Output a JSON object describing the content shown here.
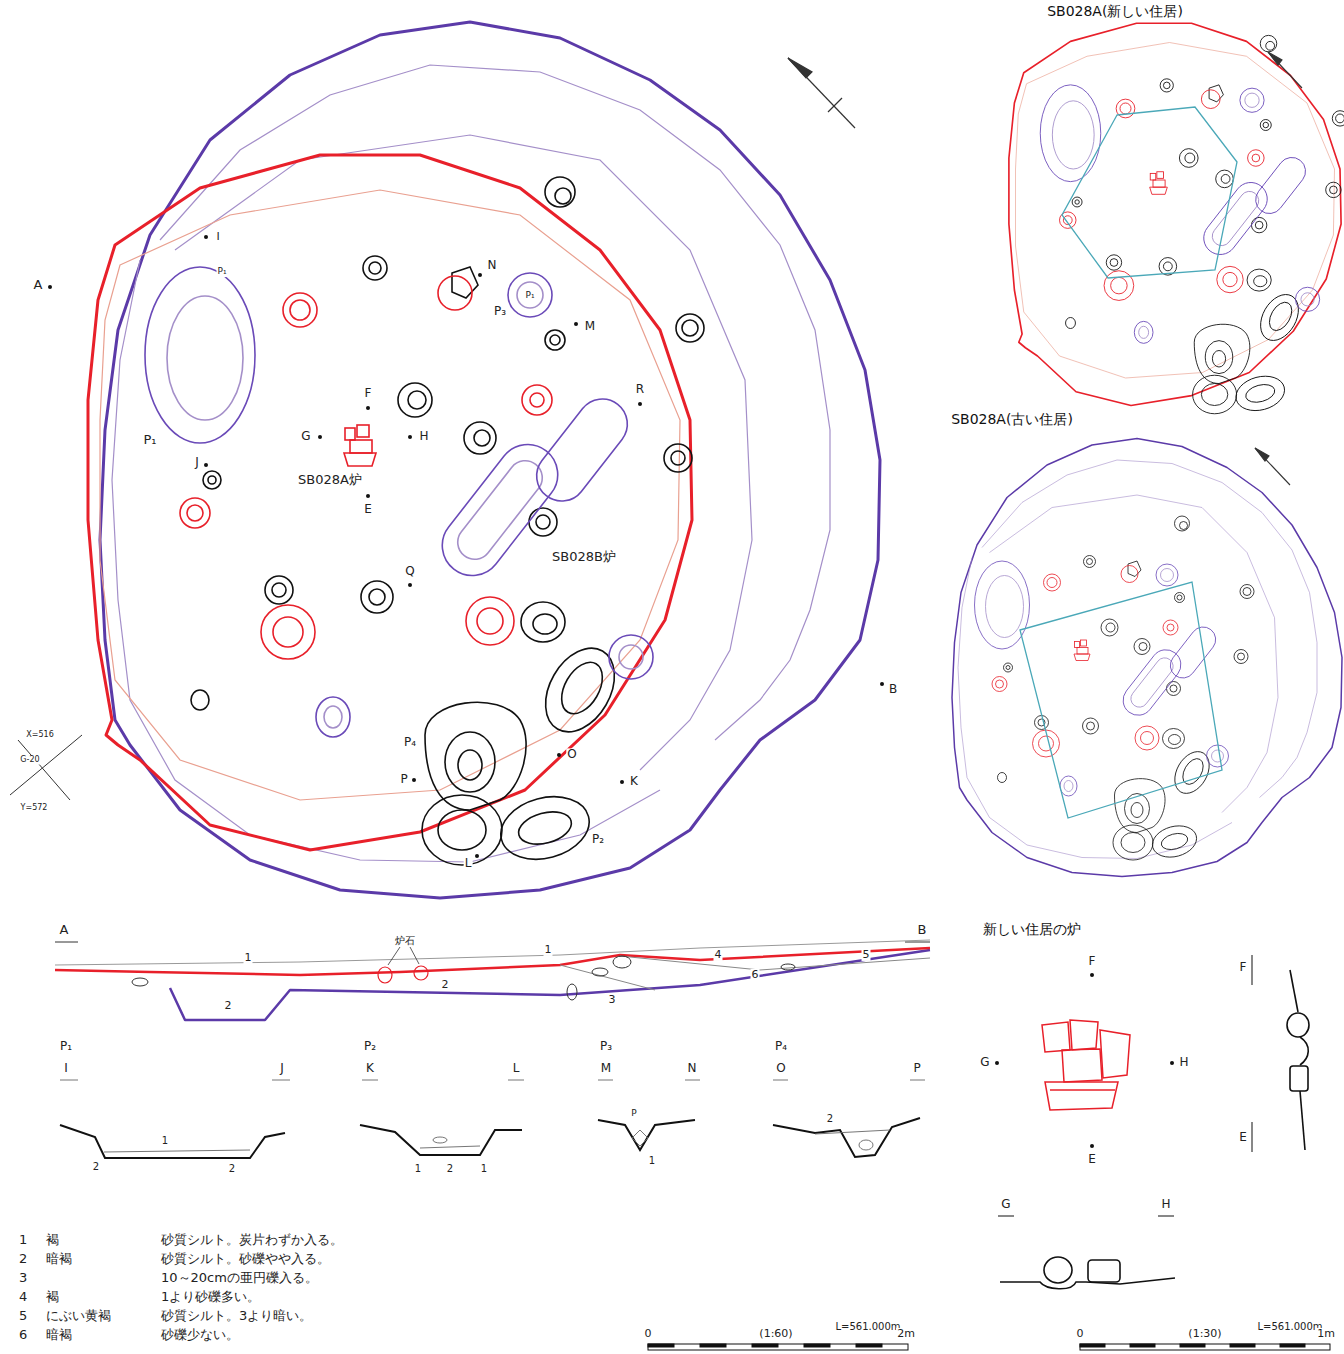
{
  "diagram": {
    "labels": [
      "SB028A(新しい住居)",
      "SB028A(古い住居)",
      "新しい住居の炉",
      "A",
      "I",
      "P₁",
      "N",
      "P₁",
      "P₃",
      "M",
      "R",
      "F",
      "G",
      "H",
      "J",
      "SB028A炉",
      "E",
      "SB028B炉",
      "Q",
      "P₁",
      "B",
      "P₄",
      "O",
      "P",
      "K",
      "P₂",
      "L",
      "X=516",
      "G-20",
      "Y=572",
      "A",
      "B",
      "炉石",
      "1",
      "2",
      "2",
      "1",
      "3",
      "4",
      "6",
      "5",
      "P₁",
      "I",
      "J",
      "P₂",
      "K",
      "L",
      "P₃",
      "M",
      "N",
      "P₄",
      "O",
      "P",
      "1",
      "2",
      "2",
      "1",
      "2",
      "1",
      "P",
      "1",
      "2",
      "1",
      "褐",
      "砂質シルト。炭片わずか入る。",
      "2",
      "暗褐",
      "砂質シルト。砂礫やや入る。",
      "3",
      "10～20cmの亜円礫入る。",
      "4",
      "褐",
      "1より砂礫多い。",
      "5",
      "にぶい黄褐",
      "砂質シルト。3より暗い。",
      "6",
      "暗褐",
      "砂礫少ない。",
      "L=561.000m",
      "0",
      "(1:60)",
      "2m",
      "F",
      "G",
      "H",
      "E",
      "F",
      "E",
      "G",
      "H",
      "L=561.000m",
      "0",
      "(1:30)",
      "1m"
    ]
  }
}
